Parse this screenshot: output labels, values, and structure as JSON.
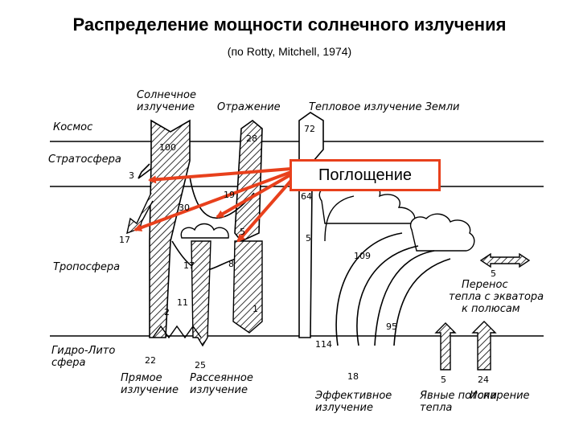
{
  "header": {
    "title": "Распределение мощности солнечного излучения",
    "subtitle": "(по Rotty, Mitchell, 1974)"
  },
  "callout": {
    "label": "Поглощение",
    "color": "#e8401c"
  },
  "columns": {
    "solar": "Солнечное излучение",
    "reflection": "Отражение",
    "thermal": "Тепловое излучение Земли"
  },
  "layers": {
    "space": "Космос",
    "stratosphere": "Стратосфера",
    "troposphere": "Тропосфера",
    "hydro_litho": "Гидро-Лито сфера"
  },
  "values": {
    "solar_in": "100",
    "reflected": "28",
    "thermal_out": "72",
    "strat_abs": "3",
    "trop_abs": "17",
    "v30": "30",
    "v19": "19",
    "v64": "64",
    "v5a": "5",
    "v5b": "5",
    "v17": "17",
    "v8": "8",
    "v11": "11",
    "v2": "2",
    "v1": "1",
    "v109": "109",
    "v114": "114",
    "v95": "95",
    "direct": "22",
    "diffuse": "25",
    "effective": "18",
    "sensible": "5",
    "evaporation": "24",
    "transfer": "5"
  },
  "bottom_labels": {
    "direct": "Прямое излучение",
    "diffuse": "Рассеянное излучение",
    "effective": "Эффективное излучение",
    "sensible": "Явные потоки тепла",
    "evaporation": "Испарение"
  },
  "transfer_label": "Перенос тепла с экватора к полюсам"
}
